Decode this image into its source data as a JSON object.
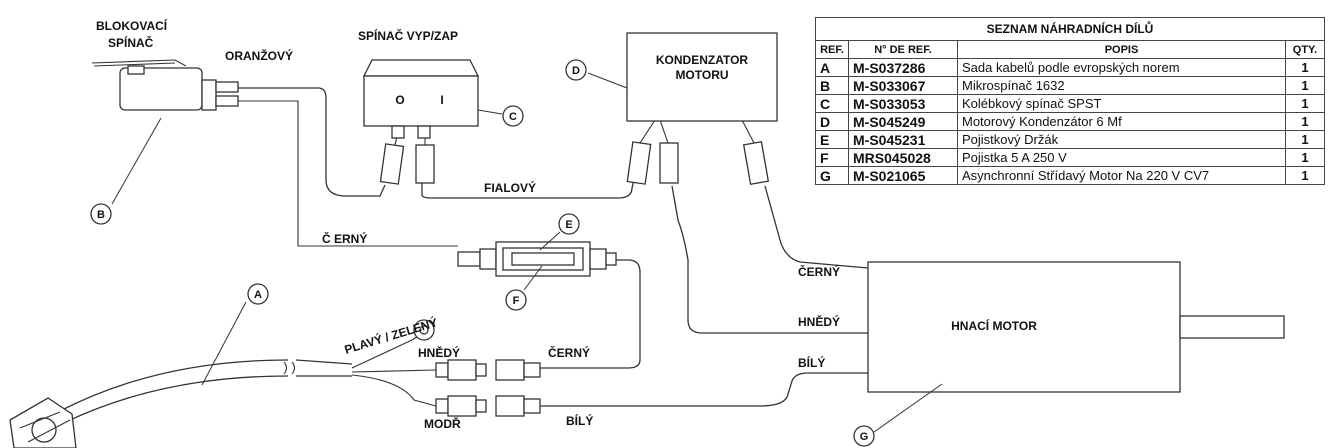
{
  "labels": {
    "blokovaci_line1": "BLOKOVACÍ",
    "blokovaci_line2": "SPÍNAČ",
    "oranzovy": "ORANŽOVÝ",
    "spinac": "SPÍNAČ VYP/ZAP",
    "switch_o": "O",
    "switch_i": "I",
    "kondenzator_line1": "KONDENZATOR",
    "kondenzator_line2": "MOTORU",
    "fialovy": "FIALOVÝ",
    "cerny_top": "Č ERNÝ",
    "plavy": "PLAVÝ / ZELENÝ",
    "hnedy_left": "HNĚDÝ",
    "cerny_mid": "ČERNÝ",
    "modr": "MODŘ",
    "bily_bottom": "BÍLÝ",
    "cerny_motor": "ČERNÝ",
    "hnedy_motor": "HNĚDÝ",
    "bily_motor": "BÍLÝ",
    "hnaci_motor": "HNACÍ MOTOR"
  },
  "callouts": [
    "A",
    "B",
    "C",
    "D",
    "E",
    "F",
    "G"
  ],
  "table": {
    "title": "SEZNAM NÁHRADNÍCH DÍLŮ",
    "headers": [
      "REF.",
      "N° DE REF.",
      "POPIS",
      "QTY."
    ],
    "rows": [
      {
        "ref": "A",
        "num": "M-S037286",
        "desc": "Sada kabelů podle evropských norem",
        "qty": "1"
      },
      {
        "ref": "B",
        "num": "M-S033067",
        "desc": "Mikrospínač 1632",
        "qty": "1"
      },
      {
        "ref": "C",
        "num": "M-S033053",
        "desc": "Kolébkový spínač SPST",
        "qty": "1"
      },
      {
        "ref": "D",
        "num": "M-S045249",
        "desc": "Motorový Kondenzátor 6 Mf",
        "qty": "1"
      },
      {
        "ref": "E",
        "num": "M-S045231",
        "desc": "Pojistkový Držák",
        "qty": "1"
      },
      {
        "ref": "F",
        "num": "MRS045028",
        "desc": "Pojistka 5 A 250 V",
        "qty": "1"
      },
      {
        "ref": "G",
        "num": "M-S021065",
        "desc": "Asynchronní Střídavý Motor Na 220 V CV7",
        "qty": "1"
      }
    ]
  }
}
